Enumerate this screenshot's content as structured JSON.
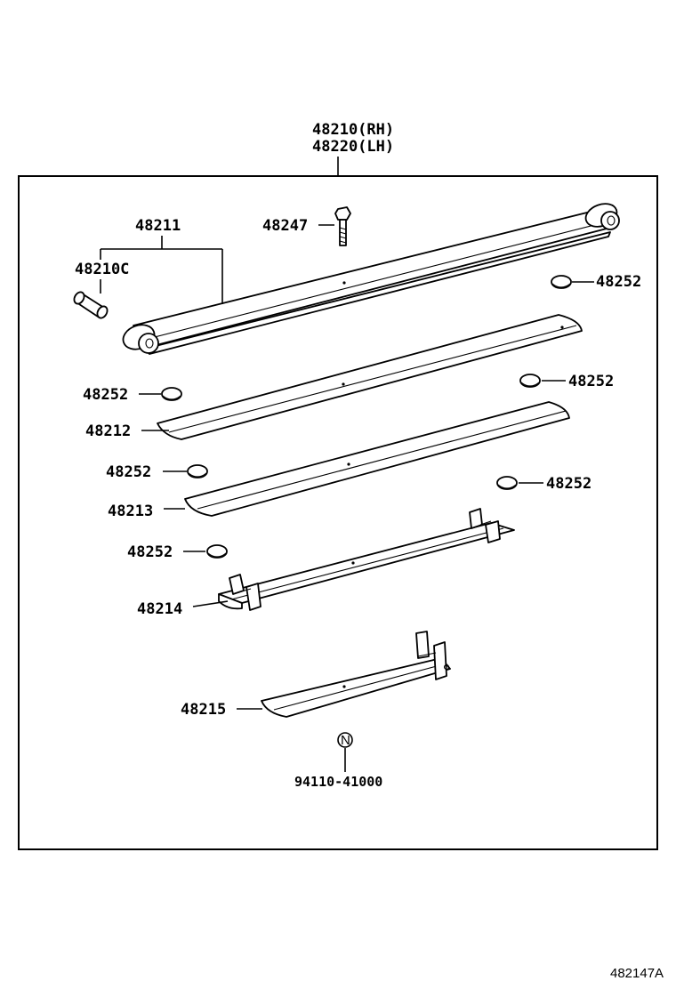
{
  "assembly": {
    "part_rh": "48210(RH)",
    "part_lh": "48220(LH)"
  },
  "callouts": {
    "p48211": "48211",
    "p48210c": "48210C",
    "p48247": "48247",
    "p48252_a": "48252",
    "p48252_b": "48252",
    "p48252_c": "48252",
    "p48252_d": "48252",
    "p48252_e": "48252",
    "p48252_f": "48252",
    "p48212": "48212",
    "p48213": "48213",
    "p48214": "48214",
    "p48215": "48215",
    "p94110": "94110-41000"
  },
  "marks": {
    "n_mark": "N"
  },
  "figure_id": "482147A"
}
